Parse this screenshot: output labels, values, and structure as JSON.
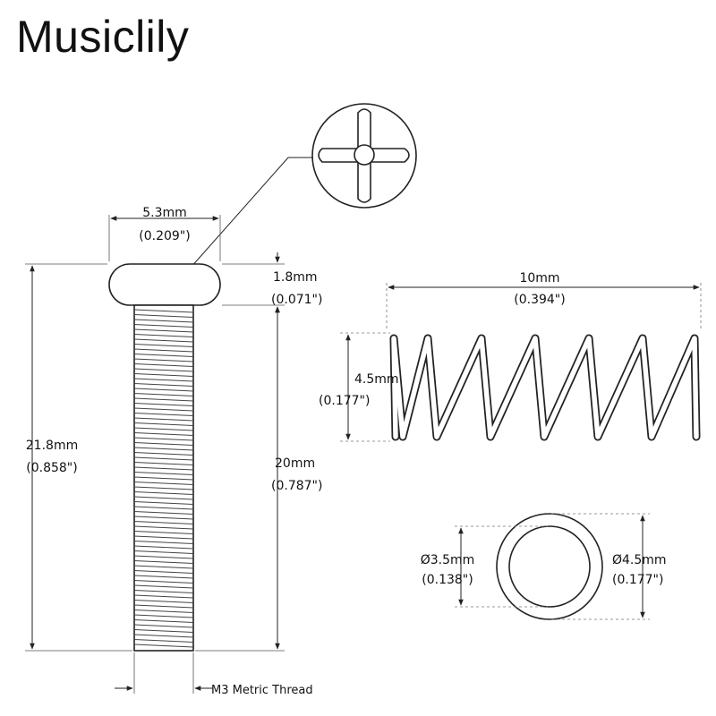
{
  "brand": "Musiclily",
  "screw": {
    "head_width": {
      "mm": "5.3mm",
      "in": "(0.209\")"
    },
    "head_height": {
      "mm": "1.8mm",
      "in": "(0.071\")"
    },
    "total_length": {
      "mm": "21.8mm",
      "in": "(0.858\")"
    },
    "thread_length": {
      "mm": "20mm",
      "in": "(0.787\")"
    },
    "thread_label": "M3 Metric Thread"
  },
  "spring": {
    "length": {
      "mm": "10mm",
      "in": "(0.394\")"
    },
    "diameter": {
      "mm": "4.5mm",
      "in": "(0.177\")"
    }
  },
  "ring": {
    "inner": {
      "mm": "Ø3.5mm",
      "in": "(0.138\")"
    },
    "outer": {
      "mm": "Ø4.5mm",
      "in": "(0.177\")"
    }
  }
}
